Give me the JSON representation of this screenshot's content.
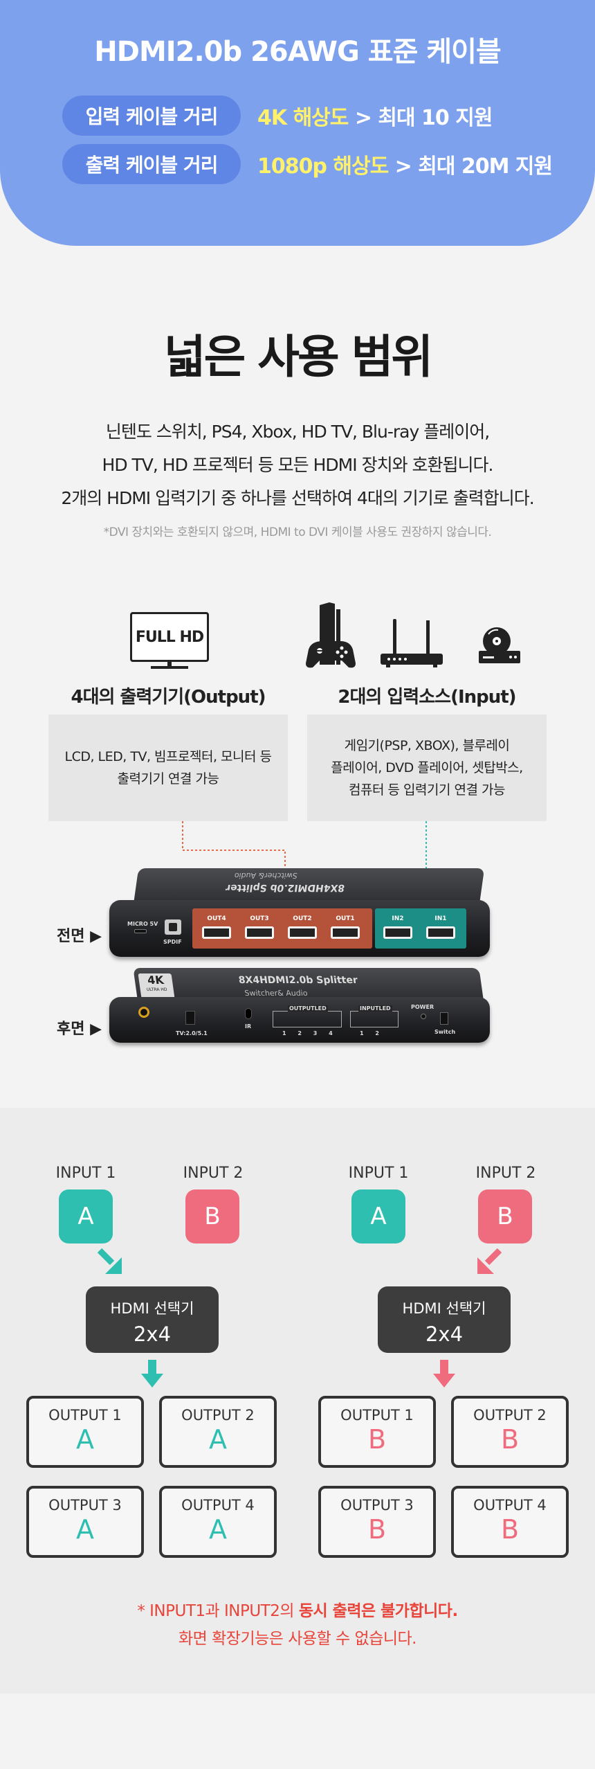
{
  "banner": {
    "title": "HDMI2.0b 26AWG 표준 케이블",
    "rows": [
      {
        "label": "입력 케이블 거리",
        "highlight": "4K 해상도",
        "rest": " > 최대 10 지원"
      },
      {
        "label": "출력 케이블 거리",
        "highlight": "1080p 해상도",
        "rest": " > 최대 20M 지원"
      }
    ],
    "accent": "#7ea1ee",
    "highlight_color": "#fff16a"
  },
  "usage": {
    "title": "넓은 사용 범위",
    "desc": [
      "닌텐도 스위치, PS4, Xbox, HD TV, Blu-ray 플레이어,",
      "HD TV, HD 프로젝터 등 모든 HDMI 장치와 호환됩니다.",
      "2개의 HDMI 입력기기 중 하나를 선택하여 4대의 기기로 출력합니다."
    ],
    "note": "*DVI 장치와는 호환되지 않으며, HDMI to DVI 케이블 사용도 권장하지 않습니다."
  },
  "devices": {
    "fullhd_label": "FULL HD",
    "output_title": "4대의 출력기기(Output)",
    "output_desc": [
      "LCD, LED, TV, 빔프로젝터, 모니터 등",
      "출력기기 연결 가능"
    ],
    "input_title": "2대의 입력소스(Input)",
    "input_desc": [
      "게임기(PSP, XBOX), 블루레이",
      "플레이어, DVD 플레이어, 셋탑박스,",
      "컴퓨터 등 입력기기 연결 가능"
    ]
  },
  "product": {
    "front_label": "전면 ▶",
    "back_label": "후면 ▶",
    "front": {
      "micro": "MICRO 5V",
      "spdif": "SPDIF",
      "outputs": [
        "OUT4",
        "OUT3",
        "OUT2",
        "OUT1"
      ],
      "inputs": [
        "IN2",
        "IN1"
      ],
      "top_text": "8X4HDMI2.0b Splitter",
      "top_sub": "Switcher& Audio"
    },
    "back": {
      "top_text": "8X4HDMI2.0b Splitter",
      "top_sub": "Switcher& Audio",
      "badge": "4K",
      "badge_sub": "ULTRA HD",
      "tv": "TV:2.0/5.1",
      "ir": "IR",
      "outputled": "OUTPUTLED",
      "outputled_nums": [
        "1",
        "2",
        "3",
        "4"
      ],
      "inputled": "INPUTLED",
      "inputled_nums": [
        "1",
        "2"
      ],
      "power": "POWER",
      "switch": "Switch"
    },
    "out_color": "#c8553a",
    "in_color": "#1e9e94"
  },
  "diagram": {
    "left": {
      "input1": "INPUT 1",
      "input2": "INPUT 2",
      "a": "A",
      "b": "B",
      "sel1": "HDMI 선택기",
      "sel2": "2x4",
      "outputs": [
        {
          "label": "OUTPUT 1",
          "value": "A"
        },
        {
          "label": "OUTPUT 2",
          "value": "A"
        },
        {
          "label": "OUTPUT 3",
          "value": "A"
        },
        {
          "label": "OUTPUT 4",
          "value": "A"
        }
      ]
    },
    "right": {
      "input1": "INPUT 1",
      "input2": "INPUT 2",
      "a": "A",
      "b": "B",
      "sel1": "HDMI 선택기",
      "sel2": "2x4",
      "outputs": [
        {
          "label": "OUTPUT 1",
          "value": "B"
        },
        {
          "label": "OUTPUT 2",
          "value": "B"
        },
        {
          "label": "OUTPUT 3",
          "value": "B"
        },
        {
          "label": "OUTPUT 4",
          "value": "B"
        }
      ]
    },
    "teal": "#2ebfb0",
    "pink": "#ef6c7e"
  },
  "footer": {
    "line1_a": "* INPUT1과 INPUT2의 ",
    "line1_b": "동시 출력은 불가합니다.",
    "line2": "화면 확장기능은 사용할 수 없습니다."
  }
}
